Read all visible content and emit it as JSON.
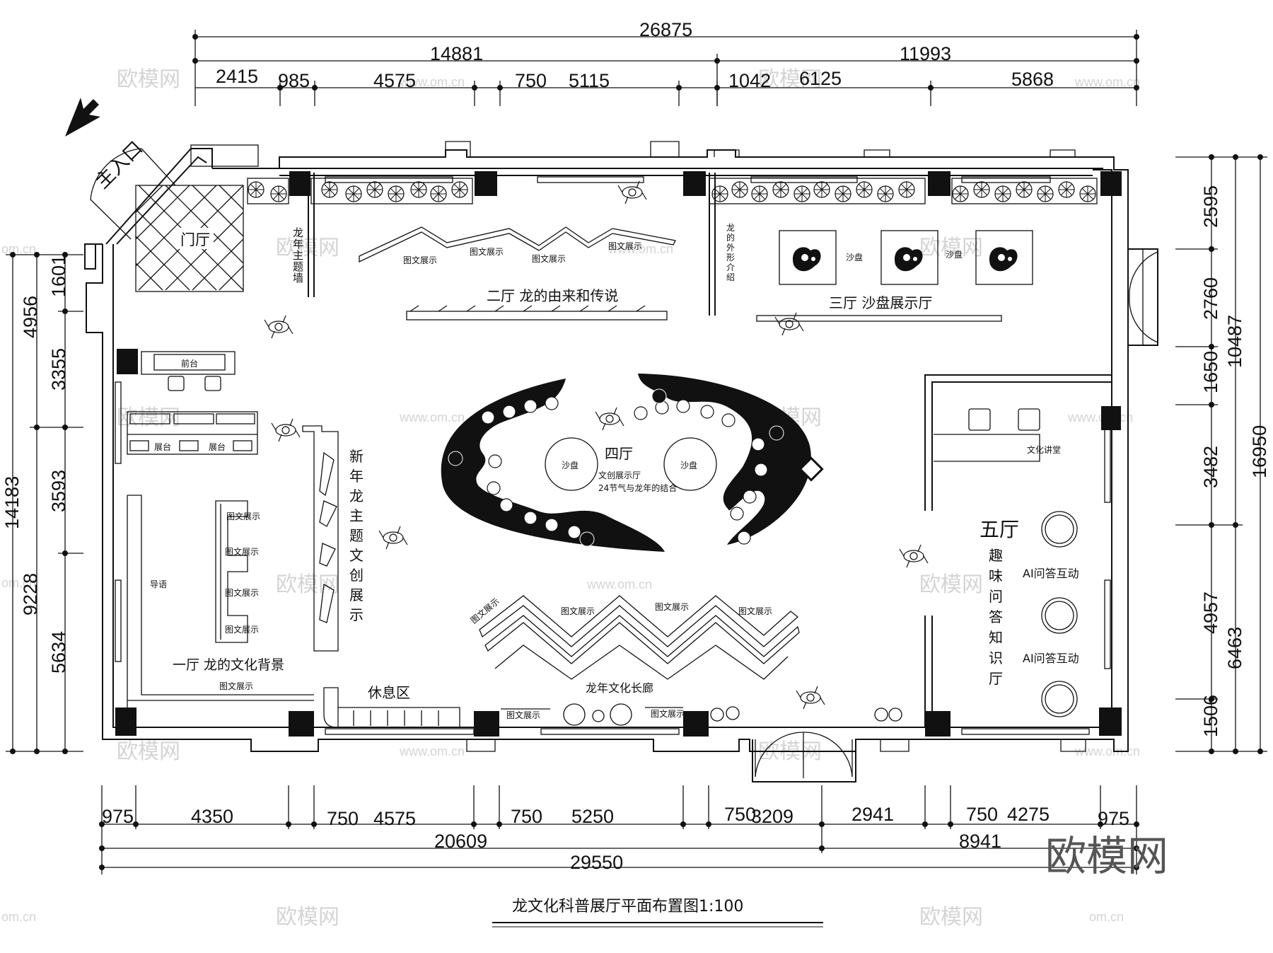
{
  "title": "龙文化科普展厅平面布置图1:100",
  "watermark": {
    "brand": "欧模网",
    "site": "www.om.cn",
    "site_short": "om.cn"
  },
  "entrance": "主入口",
  "dims": {
    "top_total": "26875",
    "top_left": "14881",
    "top_right": "11993",
    "top_segments": [
      "2415",
      "985",
      "4575",
      "750",
      "5115",
      "1042",
      "6125",
      "5868"
    ],
    "bottom_segments": [
      "975",
      "4350",
      "750",
      "4575",
      "750",
      "5250",
      "750",
      "3209",
      "2941",
      "750",
      "4275",
      "975"
    ],
    "bottom_left": "20609",
    "bottom_right": "8941",
    "bottom_total": "29550",
    "left_outer": "14183",
    "left_mid_a": "4956",
    "left_mid_b": "9228",
    "left_inner": [
      "1601",
      "3355",
      "3593",
      "5634"
    ],
    "right_inner": [
      "2595",
      "2760",
      "1650",
      "3482",
      "4957",
      "1506"
    ],
    "right_mid_a": "10487",
    "right_mid_b": "6463",
    "right_outer": "16950"
  },
  "rooms": {
    "foyer": "门厅",
    "hall1": "一厅  龙的文化背景",
    "hall2": "二厅  龙的由来和传说",
    "hall3": "三厅  沙盘展示厅",
    "hall4": "四厅",
    "hall4_sub1": "文创展示厅",
    "hall4_sub2": "24节气与龙年的结合",
    "hall5": "五厅",
    "hall5_vertical": "趣味问答知识厅",
    "rest": "休息区",
    "corridor": "龙年文化长廊"
  },
  "labels": {
    "reception": "前台",
    "booth": "展台",
    "guide": "导语",
    "theme_wall": "龙年主题墙",
    "new_year": "新年龙主题文创展示",
    "dragon_form": "龙的外形介绍",
    "sand_table": "沙盘",
    "lecture": "文化讲堂",
    "ai_qa": "AI问答互动",
    "graphic": "图文展示"
  }
}
